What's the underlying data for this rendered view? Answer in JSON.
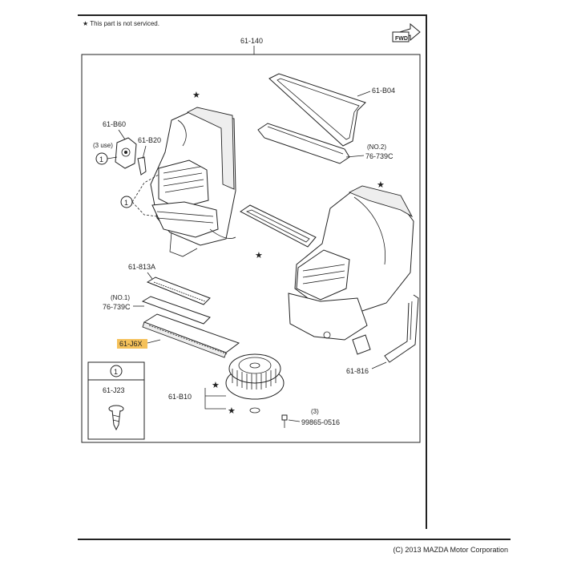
{
  "header": {
    "note_star": "★",
    "note_text": "This part is not serviced."
  },
  "footer": {
    "copyright": "(C) 2013 MAZDA Motor Corporation"
  },
  "fwd_icon": "FWD",
  "labels": {
    "assembly": "61-140",
    "b04": "61-B04",
    "no2": "(NO.2)",
    "c739_2": "76-739C",
    "b60": "61-B60",
    "use3": "(3 use)",
    "b20": "61-B20",
    "one": "1",
    "f813a": "61-813A",
    "no1": "(NO.1)",
    "c739_1": "76-739C",
    "j6x": "61-J6X",
    "f816": "61-816",
    "j23": "61-J23",
    "b10": "61-B10",
    "qty3": "(3)",
    "screw": "99865-0516"
  },
  "highlight_color": "#f5c15a"
}
